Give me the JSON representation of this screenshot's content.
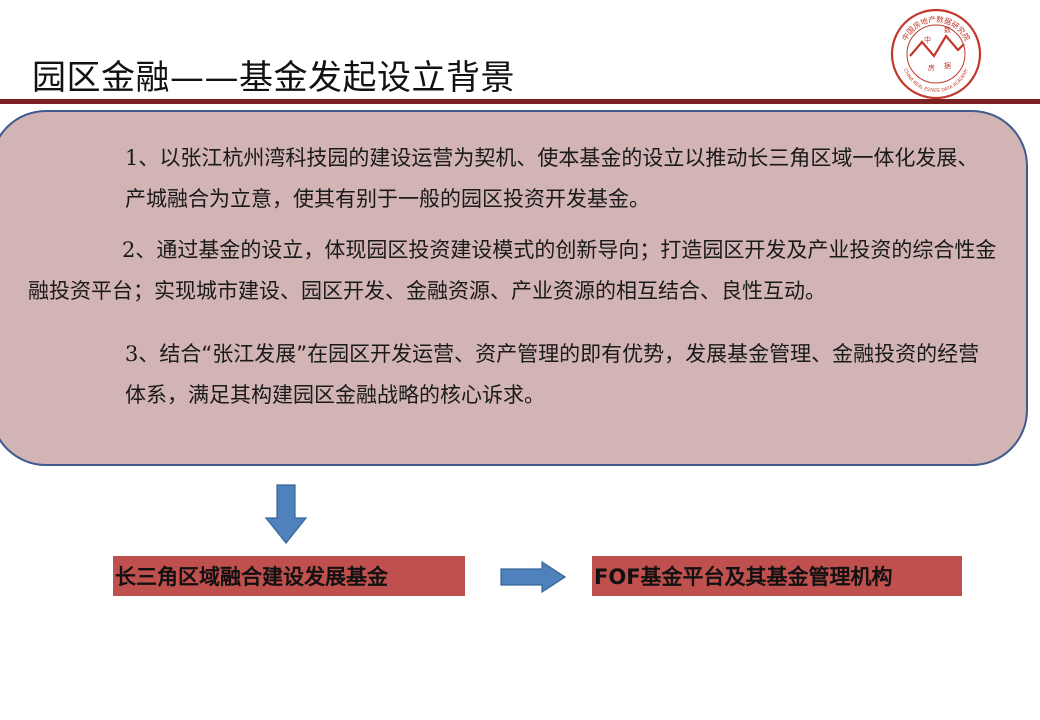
{
  "slide": {
    "title": "园区金融——基金发起设立背景"
  },
  "logo": {
    "top_text": "中国房地产数据研究院",
    "bottom_text": "CHINA REAL ESTATE DATA ACADEMY",
    "chars": [
      "中",
      "数",
      "房",
      "据"
    ]
  },
  "content": {
    "p1_num": "1",
    "p1_text": "、以张江杭州湾科技园的建设运营为契机、使本基金的设立以推动长三角区域一体化发展、产城融合为立意，使其有别于一般的园区投资开发基金。",
    "p2_num": "2",
    "p2_text": "、通过基金的设立，体现园区投资建设模式的创新导向；打造园区开发及产业投资的综合性金融投资平台；实现城市建设、园区开发、金融资源、产业资源的相互结合、良性互动。",
    "p3_num": "3",
    "p3_text": "、结合“张江发展”在园区开发运营、资产管理的即有优势，发展基金管理、金融投资的经营体系，满足其构建园区金融战略的核心诉求。"
  },
  "flow": {
    "left_box": "长三角区域融合建设发展基金",
    "right_box": "FOF基金平台及其基金管理机构"
  },
  "colors": {
    "accent_rule": "#7a1f22",
    "panel_fill": "#d3b4b4",
    "panel_border": "#3f5b8e",
    "box_fill": "#c0504d",
    "arrow_fill": "#4f81bd",
    "logo_red": "#c0392b"
  }
}
